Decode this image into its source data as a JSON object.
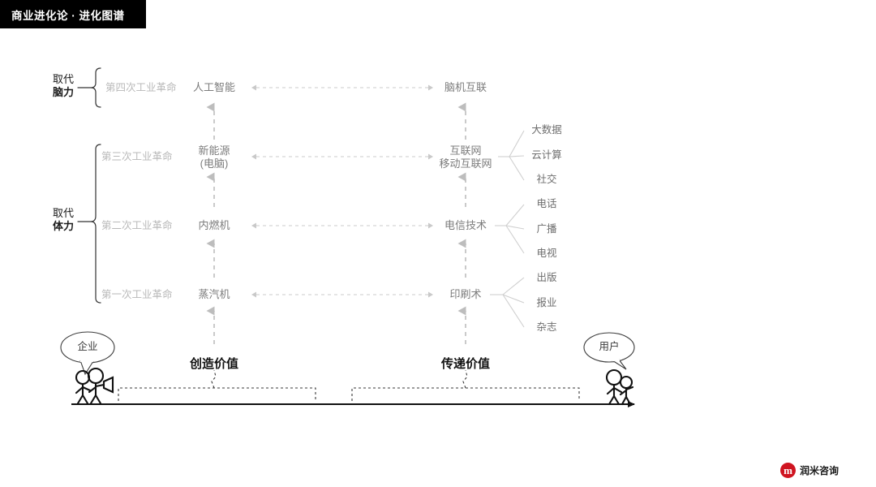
{
  "banner": {
    "title": "商业进化论 · 进化图谱"
  },
  "groups": [
    {
      "prefix": "取代",
      "label": "脑力"
    },
    {
      "prefix": "取代",
      "label": "体力"
    }
  ],
  "rows": [
    {
      "revolution": "第四次工业革命",
      "create": "人工智能",
      "deliver": "脑机互联",
      "branches": []
    },
    {
      "revolution": "第三次工业革命",
      "create": "新能源\n(电脑)",
      "create_line1": "新能源",
      "create_line2": "(电脑)",
      "deliver_line1": "互联网",
      "deliver_line2": "移动互联网",
      "branches": [
        "大数据",
        "云计算",
        "社交"
      ]
    },
    {
      "revolution": "第二次工业革命",
      "create": "内燃机",
      "deliver": "电信技术",
      "branches": [
        "电话",
        "广播",
        "电视"
      ]
    },
    {
      "revolution": "第一次工业革命",
      "create": "蒸汽机",
      "deliver": "印刷术",
      "branches": [
        "出版",
        "报业",
        "杂志"
      ]
    }
  ],
  "bottom": {
    "left_bubble": "企业",
    "right_bubble": "用户",
    "create_value": "创造价值",
    "deliver_value": "传递价值"
  },
  "logo": {
    "mark": "m",
    "text": "润米咨询"
  },
  "colors": {
    "banner_bg": "#000000",
    "revolution_text": "#b9b9b9",
    "tech_text": "#7c7c7c",
    "sub_text": "#6e6e6e",
    "arrow": "#c9c9c9",
    "baseline": "#111111",
    "logo_red": "#cf1420"
  }
}
